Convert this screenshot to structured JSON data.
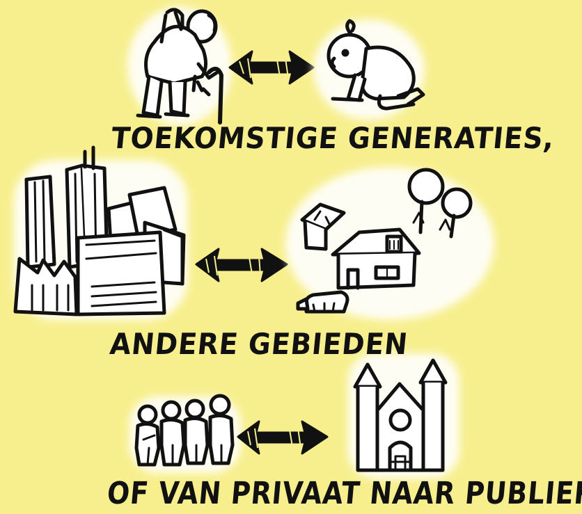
{
  "captions": {
    "line1": "TOEKOMSTIGE GENERATIES,",
    "line2": "ANDERE GEBIEDEN",
    "line3": "OF VAN PRIVAAT NAAR PUBLIEK"
  },
  "icons": [
    "elderly-man-with-cane-icon",
    "double-arrow-icon",
    "crawling-baby-icon",
    "city-buildings-icon",
    "double-arrow-icon",
    "village-house-trees-icon",
    "group-of-people-icon",
    "double-arrow-icon",
    "church-icon"
  ],
  "colors": {
    "background": "#f7ef8e",
    "ink": "#111111",
    "highlight": "#ffffff"
  }
}
